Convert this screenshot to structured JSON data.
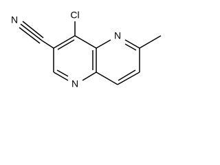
{
  "molecule": {
    "atoms": {
      "chloro": "Cl",
      "nitrile_n": "N",
      "ring_n_upper": "N",
      "ring_n_lower": "N"
    },
    "colors": {
      "ink": "#000000",
      "background": "#ffffff"
    }
  }
}
